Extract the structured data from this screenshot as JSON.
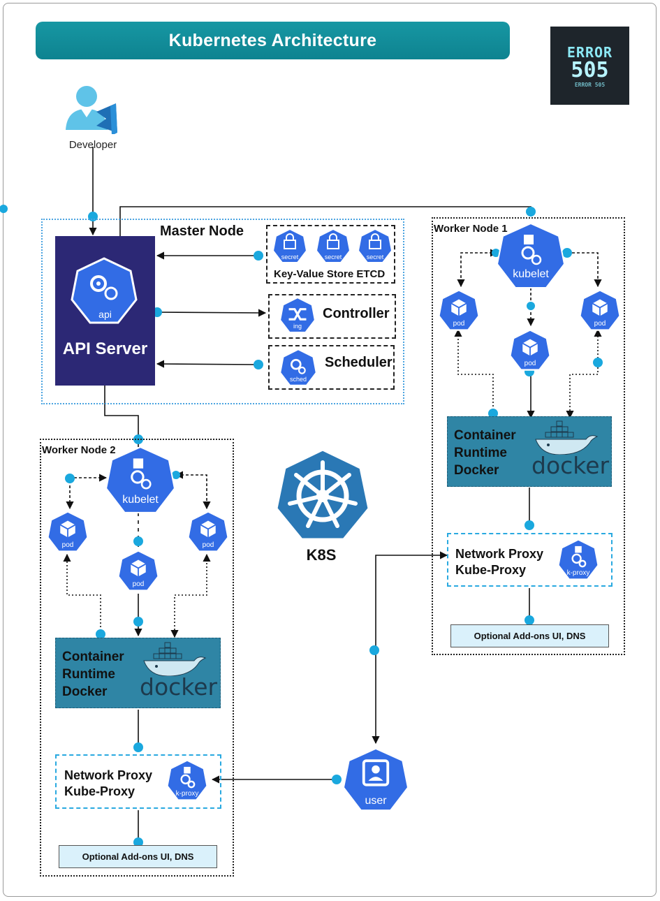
{
  "title": "Kubernetes Architecture",
  "logo": {
    "line1": "ERROR",
    "line2": "505",
    "line3": "ERROR 505"
  },
  "developer": {
    "label": "Developer"
  },
  "master_node": {
    "label": "Master Node",
    "api_server": {
      "icon_text": "api",
      "label": "API Server"
    },
    "etcd": {
      "label": "Key-Value Store ETCD",
      "items": [
        "secret",
        "secret",
        "secret"
      ]
    },
    "controller": {
      "icon_text": "ing",
      "label": "Controller"
    },
    "scheduler": {
      "icon_text": "sched",
      "label": "Scheduler"
    }
  },
  "worker_node_1": {
    "label": "Worker Node 1",
    "kubelet": "kubelet",
    "pods": [
      "pod",
      "pod",
      "pod"
    ],
    "runtime": {
      "line1": "Container",
      "line2": "Runtime",
      "line3": "Docker",
      "brand": "docker"
    },
    "proxy": {
      "line1": "Network Proxy",
      "line2": "Kube-Proxy",
      "icon_text": "k-proxy"
    },
    "addons": "Optional Add-ons UI, DNS"
  },
  "worker_node_2": {
    "label": "Worker Node 2",
    "kubelet": "kubelet",
    "pods": [
      "pod",
      "pod",
      "pod"
    ],
    "runtime": {
      "line1": "Container",
      "line2": "Runtime",
      "line3": "Docker",
      "brand": "docker"
    },
    "proxy": {
      "line1": "Network Proxy",
      "line2": "Kube-Proxy",
      "icon_text": "k-proxy"
    },
    "addons": "Optional Add-ons UI, DNS"
  },
  "k8s": {
    "label": "K8S"
  },
  "user": {
    "label": "user"
  },
  "colors": {
    "hex_blue": "#326ce5",
    "teal": "#1592a0",
    "navy": "#2c2875",
    "runtime": "#2f85a5",
    "dot": "#1aa8de"
  }
}
